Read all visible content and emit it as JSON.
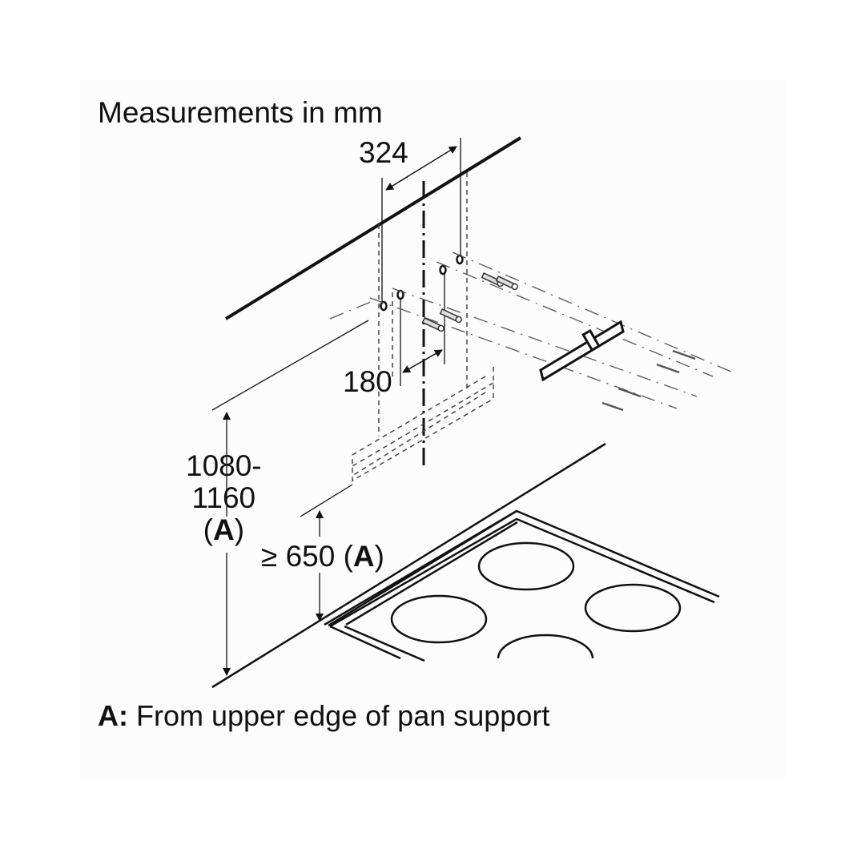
{
  "diagram": {
    "title": "Measurements in mm",
    "dimensions": {
      "bracket_spacing": "324",
      "hole_offset": "180",
      "height_range_line1": "1080-",
      "height_range_line2": "1160",
      "height_range_ref_open": "(",
      "height_range_ref": "A",
      "height_range_ref_close": ")",
      "min_height_prefix": "≥ 650 (",
      "min_height_ref": "A",
      "min_height_suffix": ")"
    },
    "footnote": {
      "key": "A:",
      "text": " From upper edge of pan support"
    },
    "components": [
      "wall-line",
      "mounting-holes",
      "wall-plugs",
      "mounting-bracket",
      "screws",
      "hood-outline",
      "cooktop",
      "cooking-zones"
    ],
    "colors": {
      "ink": "#111111",
      "background": "#fcfcfc"
    }
  }
}
